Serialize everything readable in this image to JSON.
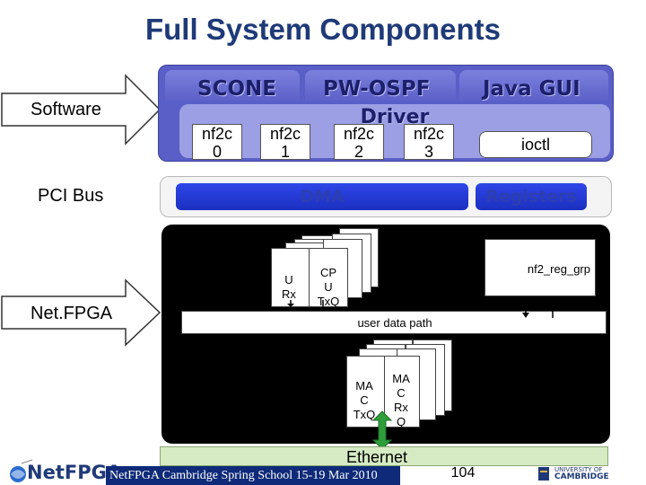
{
  "title": "Full System Components",
  "layers": {
    "software": "Software",
    "pci_bus": "PCI Bus",
    "netfpga": "Net.FPGA"
  },
  "apps": {
    "scone": "SCONE",
    "pwospf": "PW-OSPF",
    "java_gui": "Java GUI"
  },
  "driver": {
    "label": "Driver",
    "interfaces": [
      {
        "name": "nf2c",
        "index": "0"
      },
      {
        "name": "nf2c",
        "index": "1"
      },
      {
        "name": "nf2c",
        "index": "2"
      },
      {
        "name": "nf2c",
        "index": "3"
      }
    ],
    "ioctl": "ioctl"
  },
  "pci": {
    "dma": "DMA",
    "registers": "Registers"
  },
  "fpga": {
    "cpu_rx": [
      "U",
      "Rx"
    ],
    "cpu_tx": [
      "CP",
      "U",
      "TxQ"
    ],
    "reg_grp": "nf2_reg_grp",
    "user_data_path": "user data path",
    "mac_tx": [
      "MA",
      "C",
      "TxQ"
    ],
    "mac_rx": [
      "MA",
      "C",
      "Rx",
      "Q"
    ]
  },
  "ethernet": "Ethernet",
  "footer": {
    "text": "NetFPGA Cambridge Spring School 15-19 Mar 2010",
    "page": "104",
    "logo_left": "NetFPGA",
    "logo_right_lines": [
      "UNIVERSITY OF",
      "CAMBRIDGE"
    ]
  },
  "colors": {
    "title": "#1f3a78",
    "software_box": "#5a5fc8",
    "driver_bar": "#9c9fe4",
    "dma": "#2438d6",
    "fpga_box": "#000000",
    "ethernet": "#d6ebc4",
    "footer_bg": "#0e2a78",
    "arrow": "#2e9e3a"
  }
}
